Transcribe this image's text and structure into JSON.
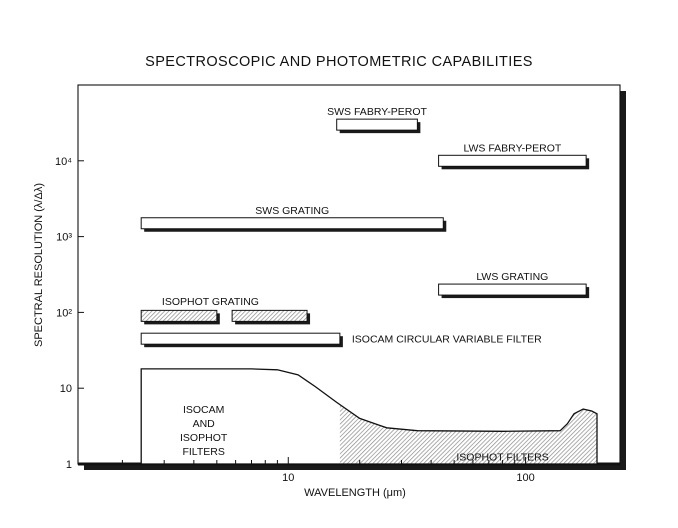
{
  "chart_data": {
    "type": "bar",
    "title": "SPECTROSCOPIC AND PHOTOMETRIC CAPABILITIES",
    "xlabel": "WAVELENGTH (μm)",
    "ylabel": "SPECTRAL RESOLUTION (λ/Δλ)",
    "x_scale": "log",
    "y_scale": "log",
    "xlim": [
      1.3,
      250
    ],
    "ylim": [
      1,
      100000
    ],
    "x_ticks": [
      {
        "value": 10,
        "label": "10"
      },
      {
        "value": 100,
        "label": "100"
      }
    ],
    "y_ticks": [
      {
        "value": 1,
        "label": "1"
      },
      {
        "value": 10,
        "label": "10"
      },
      {
        "value": 100,
        "label": "10²"
      },
      {
        "value": 1000,
        "label": "10³"
      },
      {
        "value": 10000,
        "label": "10⁴"
      }
    ],
    "bars": [
      {
        "label": "SWS FABRY-PEROT",
        "x_range": [
          16,
          35
        ],
        "resolution": 30000,
        "fill": "white",
        "label_pos": "above"
      },
      {
        "label": "LWS FABRY-PEROT",
        "x_range": [
          43,
          180
        ],
        "resolution": 10000,
        "fill": "white",
        "label_pos": "above"
      },
      {
        "label": "SWS GRATING",
        "x_range": [
          2.4,
          45
        ],
        "resolution": 1500,
        "fill": "white",
        "label_pos": "above"
      },
      {
        "label": "LWS GRATING",
        "x_range": [
          43,
          180
        ],
        "resolution": 200,
        "fill": "white",
        "label_pos": "above"
      },
      {
        "label": "",
        "x_range": [
          2.4,
          5
        ],
        "resolution": 90,
        "fill": "hatched",
        "label_pos": "none"
      },
      {
        "label": "",
        "x_range": [
          5.8,
          12
        ],
        "resolution": 90,
        "fill": "hatched",
        "label_pos": "none"
      },
      {
        "label": "ISOCAM CIRCULAR VARIABLE FILTER",
        "x_range": [
          2.4,
          16.5
        ],
        "resolution": 45,
        "fill": "white",
        "label_pos": "right"
      }
    ],
    "group_labels": [
      {
        "text": "ISOPHOT GRATING",
        "x": 4.7,
        "resolution": 125
      }
    ],
    "filter_region": {
      "curve": [
        [
          2.4,
          18
        ],
        [
          7,
          18
        ],
        [
          9,
          17.5
        ],
        [
          11,
          15
        ],
        [
          13,
          10.5
        ],
        [
          16,
          6.5
        ],
        [
          20,
          4
        ],
        [
          26,
          3
        ],
        [
          35,
          2.75
        ],
        [
          80,
          2.7
        ],
        [
          140,
          2.75
        ],
        [
          150,
          3.4
        ],
        [
          160,
          4.6
        ],
        [
          175,
          5.3
        ],
        [
          190,
          5
        ],
        [
          200,
          4.6
        ],
        [
          200,
          1
        ]
      ],
      "labels": [
        {
          "text": "ISOCAM\nAND\nISOPHOT\nFILTERS",
          "x": 4.4,
          "resolution": 2.8
        },
        {
          "text": "ISOPHOT FILTERS",
          "x": 80,
          "resolution": 1.25
        }
      ],
      "hatch_from_x": 16.5
    }
  }
}
